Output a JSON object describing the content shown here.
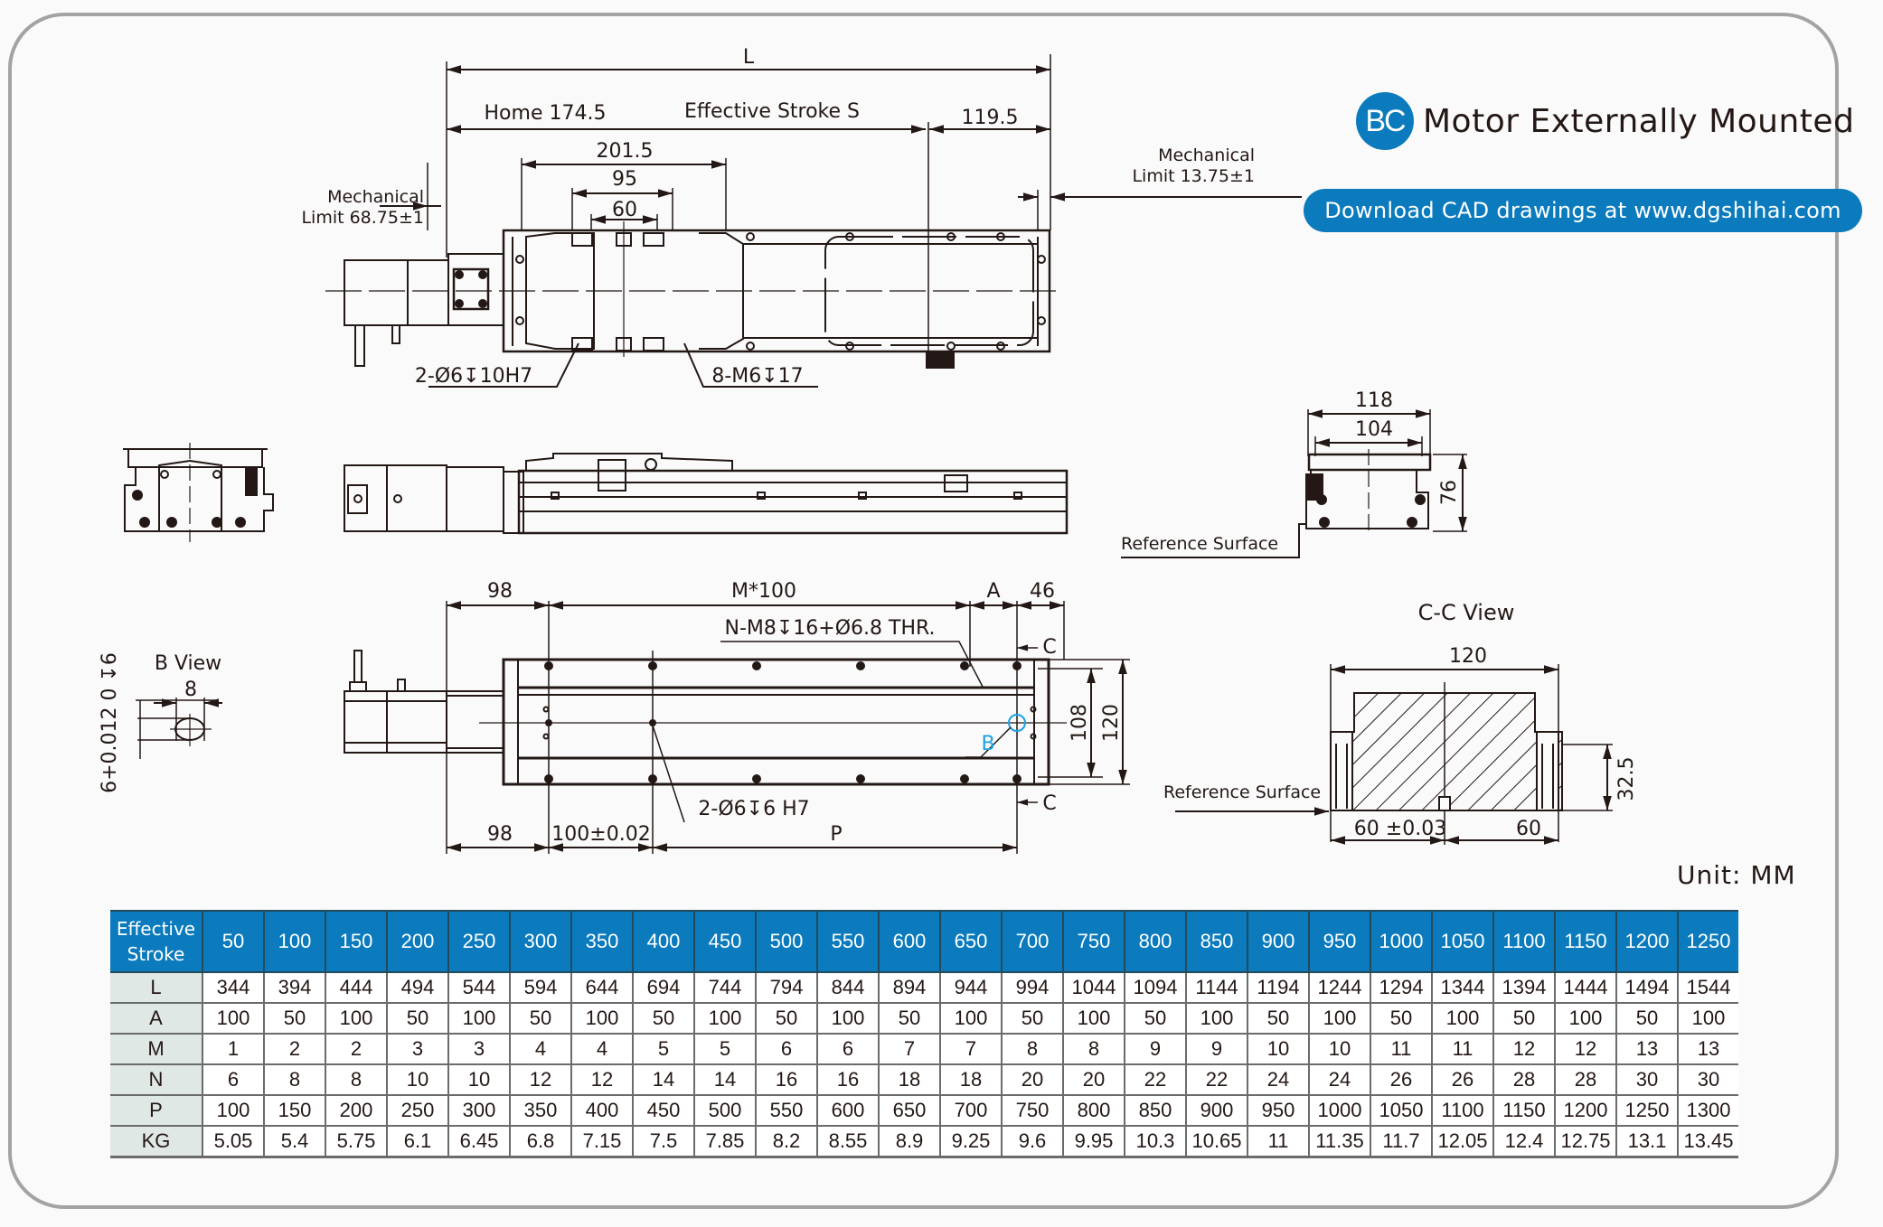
{
  "header": {
    "badge": "BC",
    "title": "Motor Externally Mounted",
    "cad_link": "Download CAD drawings at www.dgshihai.com",
    "accent_color": "#0b7bbd"
  },
  "drawing": {
    "top_view": {
      "dim_L": "L",
      "home": "Home 174.5",
      "effective_stroke": "Effective Stroke S",
      "end": "119.5",
      "d201": "201.5",
      "d95": "95",
      "d60": "60",
      "mech_limit_left_1": "Mechanical",
      "mech_limit_left_2": "Limit 68.75±1",
      "mech_limit_right_1": "Mechanical",
      "mech_limit_right_2": "Limit 13.75±1",
      "callout_pin": "2-Ø6↧10H7",
      "callout_thread": "8-M6↧17"
    },
    "end_view": {
      "w118": "118",
      "w104": "104",
      "h76": "76",
      "reference_surface": "Reference Surface"
    },
    "bottom_view": {
      "d98_top": "98",
      "m100": "M*100",
      "a": "A",
      "d46": "46",
      "thread_callout": "N-M8↧16+Ø6.8 THR.",
      "section_c": "C",
      "b_marker": "B",
      "h108": "108",
      "h120": "120",
      "pin_callout": "2-Ø6↧6 H7",
      "d98_bottom": "98",
      "d100": "100±0.02",
      "p": "P"
    },
    "b_view": {
      "title": "B View",
      "w8": "8",
      "tolerance": "6+0.012 0 ↧6"
    },
    "cc_view": {
      "title": "C-C View",
      "w120": "120",
      "h32": "32.5",
      "d60tol": "60 ±0.03",
      "d60": "60",
      "reference_surface": "Reference Surface"
    }
  },
  "unit_label": "Unit: MM",
  "table": {
    "header_label": [
      "Effective",
      "Stroke"
    ],
    "strokes": [
      "50",
      "100",
      "150",
      "200",
      "250",
      "300",
      "350",
      "400",
      "450",
      "500",
      "550",
      "600",
      "650",
      "700",
      "750",
      "800",
      "850",
      "900",
      "950",
      "1000",
      "1050",
      "1100",
      "1150",
      "1200",
      "1250"
    ],
    "rows": [
      {
        "label": "L",
        "values": [
          "344",
          "394",
          "444",
          "494",
          "544",
          "594",
          "644",
          "694",
          "744",
          "794",
          "844",
          "894",
          "944",
          "994",
          "1044",
          "1094",
          "1144",
          "1194",
          "1244",
          "1294",
          "1344",
          "1394",
          "1444",
          "1494",
          "1544"
        ]
      },
      {
        "label": "A",
        "values": [
          "100",
          "50",
          "100",
          "50",
          "100",
          "50",
          "100",
          "50",
          "100",
          "50",
          "100",
          "50",
          "100",
          "50",
          "100",
          "50",
          "100",
          "50",
          "100",
          "50",
          "100",
          "50",
          "100",
          "50",
          "100"
        ]
      },
      {
        "label": "M",
        "values": [
          "1",
          "2",
          "2",
          "3",
          "3",
          "4",
          "4",
          "5",
          "5",
          "6",
          "6",
          "7",
          "7",
          "8",
          "8",
          "9",
          "9",
          "10",
          "10",
          "11",
          "11",
          "12",
          "12",
          "13",
          "13"
        ]
      },
      {
        "label": "N",
        "values": [
          "6",
          "8",
          "8",
          "10",
          "10",
          "12",
          "12",
          "14",
          "14",
          "16",
          "16",
          "18",
          "18",
          "20",
          "20",
          "22",
          "22",
          "24",
          "24",
          "26",
          "26",
          "28",
          "28",
          "30",
          "30"
        ]
      },
      {
        "label": "P",
        "values": [
          "100",
          "150",
          "200",
          "250",
          "300",
          "350",
          "400",
          "450",
          "500",
          "550",
          "600",
          "650",
          "700",
          "750",
          "800",
          "850",
          "900",
          "950",
          "1000",
          "1050",
          "1100",
          "1150",
          "1200",
          "1250",
          "1300"
        ]
      },
      {
        "label": "KG",
        "values": [
          "5.05",
          "5.4",
          "5.75",
          "6.1",
          "6.45",
          "6.8",
          "7.15",
          "7.5",
          "7.85",
          "8.2",
          "8.55",
          "8.9",
          "9.25",
          "9.6",
          "9.95",
          "10.3",
          "10.65",
          "11",
          "11.35",
          "11.7",
          "12.05",
          "12.4",
          "12.75",
          "13.1",
          "13.45"
        ]
      }
    ]
  }
}
